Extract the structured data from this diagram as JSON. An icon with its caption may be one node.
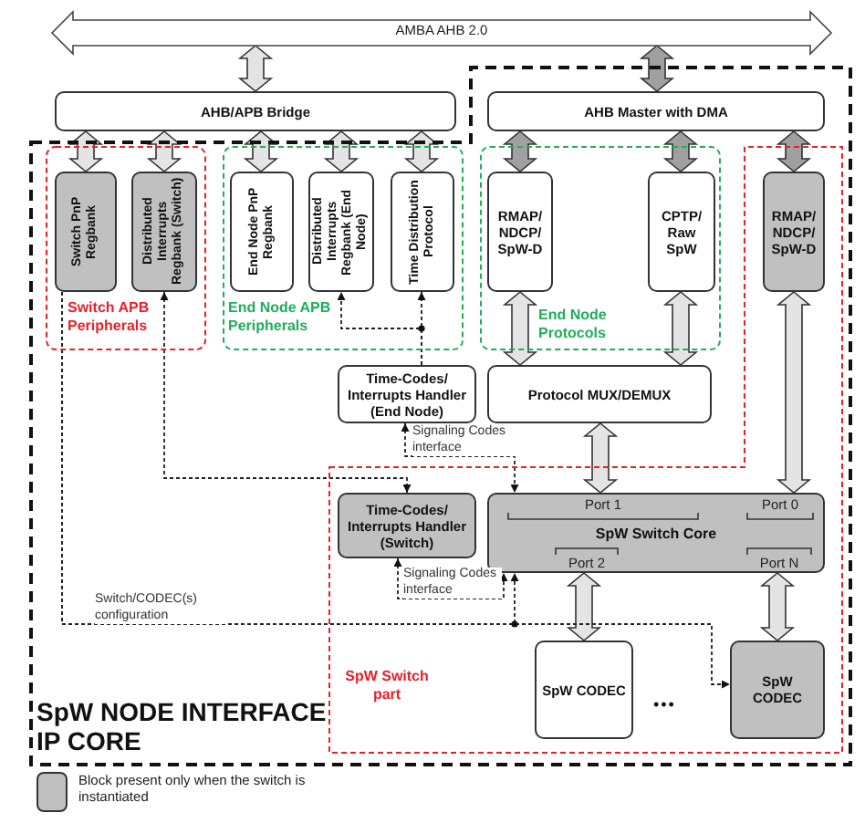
{
  "diagram": {
    "nodes": [
      {
        "text": [
          "AMBA AHB 2.0"
        ]
      },
      {
        "text": [
          "AHB/APB Bridge"
        ]
      },
      {
        "text": [
          "SpW NODE INTERFACE IP CORE"
        ]
      },
      {
        "text": [
          "AHB Master with DMA"
        ],
        "in": 2
      },
      {
        "text": [
          "Switch APB Peripherals"
        ],
        "in": 2
      },
      {
        "text": [
          "Switch PnP Regbank"
        ],
        "in": 4
      },
      {
        "text": [
          "Distributed Interrupts Regbank (Switch)"
        ],
        "in": 4
      },
      {
        "text": [
          "End Node APB Peripherals"
        ],
        "in": 2
      },
      {
        "text": [
          "End Node PnP Regbank"
        ],
        "in": 7
      },
      {
        "text": [
          "Distributed Interrupts Regbank (End Node)"
        ],
        "in": 7
      },
      {
        "text": [
          "Time Distribution Protocol"
        ],
        "in": 7
      },
      {
        "text": [
          "End Node Protocols"
        ],
        "in": 2
      },
      {
        "text": [
          "RMAP/ NDCP/ SpW-D"
        ],
        "in": 11
      },
      {
        "text": [
          "CPTP/ Raw SpW"
        ],
        "in": 11
      },
      {
        "text": [
          "SpW Switch part"
        ],
        "in": 2
      },
      {
        "text": [
          "RMAP/ NDCP/ SpW-D"
        ],
        "in": 14
      },
      {
        "text": [
          "Time-Codes/ Interrupts Handler (End Node)"
        ],
        "in": 2
      },
      {
        "text": [
          "Protocol MUX/DEMUX"
        ],
        "in": 2
      },
      {
        "text": [
          "Time-Codes/ Interrupts Handler (Switch)"
        ],
        "in": 14
      },
      {
        "text": [
          "Port 1",
          "Port 0",
          "SpW Switch Core",
          "Port 2",
          "Port N"
        ],
        "in": 14
      },
      {
        "text": [
          "SpW CODEC"
        ],
        "in": 14
      },
      {
        "text": [
          "SpW CODEC"
        ],
        "in": 14
      }
    ],
    "edges": [
      {
        "from": 0,
        "to": 1,
        "arrow": "both"
      },
      {
        "from": 0,
        "to": 3,
        "arrow": "both",
        "color": "#a0a0a0"
      },
      {
        "from": 1,
        "to": 5,
        "arrow": "both"
      },
      {
        "from": 1,
        "to": 6,
        "arrow": "both"
      },
      {
        "from": 1,
        "to": 8,
        "arrow": "both"
      },
      {
        "from": 1,
        "to": 9,
        "arrow": "both"
      },
      {
        "from": 1,
        "to": 10,
        "arrow": "both"
      },
      {
        "from": 3,
        "to": 12,
        "arrow": "both",
        "color": "#a0a0a0"
      },
      {
        "from": 3,
        "to": 13,
        "arrow": "both",
        "color": "#a0a0a0"
      },
      {
        "from": 3,
        "to": 15,
        "arrow": "both",
        "color": "#a0a0a0"
      },
      {
        "from": 12,
        "to": 17,
        "arrow": "both"
      },
      {
        "from": 13,
        "to": 17,
        "arrow": "both"
      },
      {
        "from": 15,
        "to": 19,
        "arrow": "both"
      },
      {
        "from": 17,
        "to": 19,
        "arrow": "both"
      },
      {
        "from": 19,
        "to": 20,
        "arrow": "both"
      },
      {
        "from": 19,
        "to": 21,
        "arrow": "both"
      },
      {
        "from": 16,
        "to": 9,
        "arrow": "to",
        "style": "dashed"
      },
      {
        "from": 16,
        "to": 10,
        "arrow": "to",
        "style": "dashed"
      },
      {
        "from": 6,
        "to": 18,
        "arrow": "both",
        "style": "dashed"
      },
      {
        "from": 16,
        "to": 19,
        "arrow": "both",
        "style": "dashed",
        "label": "Signaling Codes interface"
      },
      {
        "from": 18,
        "to": 19,
        "arrow": "both",
        "style": "dashed",
        "label": "Signaling Codes interface"
      },
      {
        "from": 5,
        "to": 19,
        "arrow": "to",
        "style": "dashed",
        "label": "Switch/CODEC(s) configuration"
      },
      {
        "from": 5,
        "to": 21,
        "arrow": "to",
        "style": "dashed"
      }
    ],
    "labels": [
      "•••"
    ],
    "legend": [
      {
        "text": "Block present only when the switch is instantiated",
        "color": "#c0c0c0"
      }
    ]
  }
}
